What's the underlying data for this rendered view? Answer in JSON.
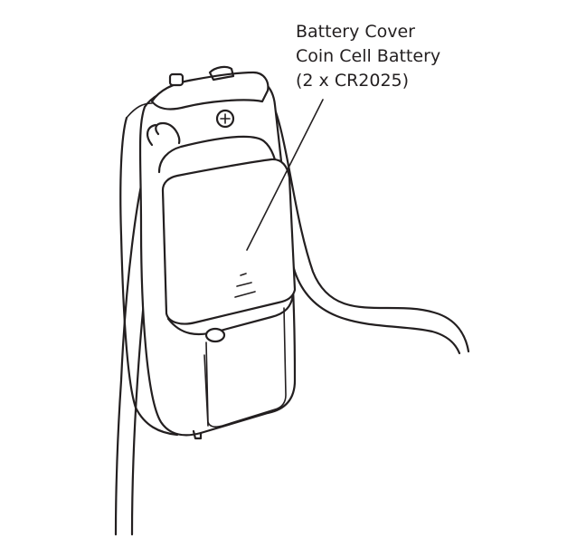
{
  "callout": {
    "line1": "Battery Cover",
    "line2": "Coin Cell Battery",
    "line3": "(2 x CR2025)"
  },
  "colors": {
    "ink": "#231f20",
    "background": "#ffffff"
  }
}
